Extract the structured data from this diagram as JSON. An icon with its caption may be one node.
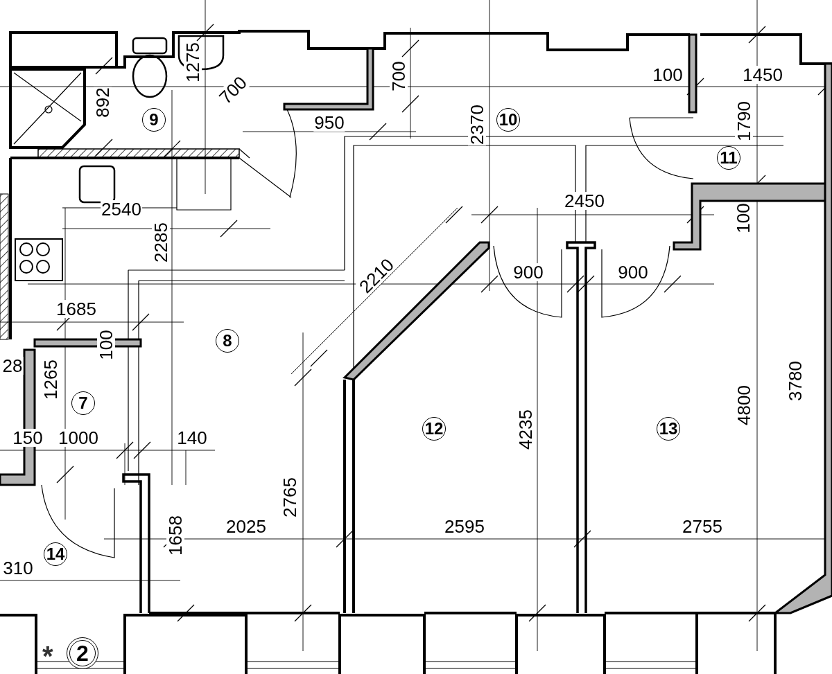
{
  "diagram": {
    "nodes": [
      {
        "text": [
          "9"
        ]
      },
      {
        "text": [
          "10"
        ]
      },
      {
        "text": [
          "11"
        ]
      },
      {
        "text": [
          "8"
        ]
      },
      {
        "text": [
          "7"
        ]
      },
      {
        "text": [
          "12"
        ]
      },
      {
        "text": [
          "13"
        ]
      },
      {
        "text": [
          "14"
        ]
      },
      {
        "text": [
          "2"
        ],
        "beside": [
          "*"
        ]
      }
    ],
    "labels": [
      "1275",
      "892",
      "700",
      "700",
      "100",
      "1450",
      "950",
      "2370",
      "1790",
      "2540",
      "2450",
      "100",
      "2285",
      "2210",
      "900",
      "900",
      "1685",
      "100",
      "28",
      "1265",
      "4800",
      "3780",
      "4235",
      "150",
      "1000",
      "140",
      "2765",
      "2025",
      "2595",
      "2755",
      "1658",
      "310"
    ]
  }
}
